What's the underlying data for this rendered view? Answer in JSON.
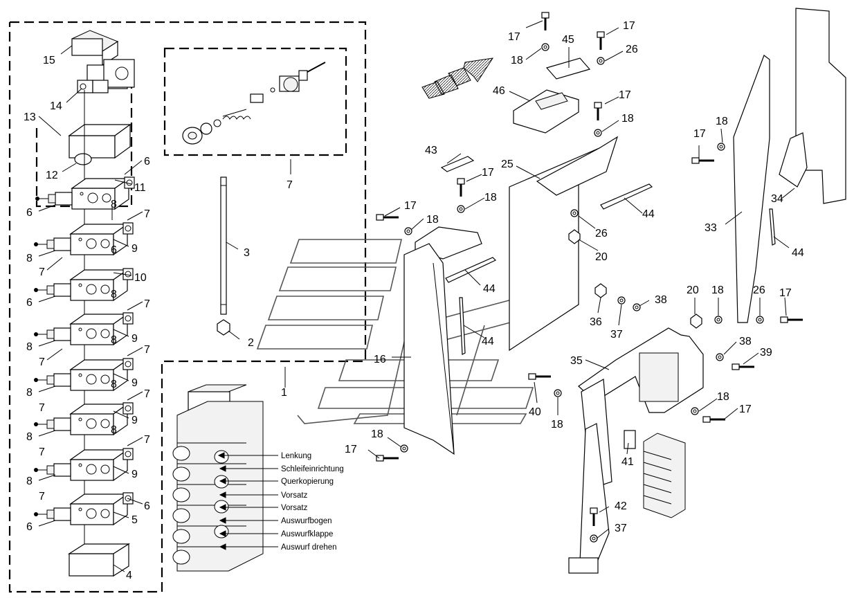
{
  "function_labels": [
    "Lenkung",
    "Schleifeinrichtung",
    "Querkopierung",
    "Vorsatz",
    "Vorsatz",
    "Auswurfbogen",
    "Auswurfklappe",
    "Auswurf drehen"
  ],
  "callouts": {
    "n15": "15",
    "n14": "14",
    "n13": "13",
    "n12": "12",
    "n11": "11",
    "n10": "10",
    "n9": "9",
    "n8": "8",
    "n7": "7",
    "n6": "6",
    "n5": "5",
    "n4": "4",
    "n3": "3",
    "n2": "2",
    "n1": "1",
    "n16": "16",
    "n17": "17",
    "n18": "18",
    "n20": "20",
    "n25": "25",
    "n26": "26",
    "n33": "33",
    "n34": "34",
    "n35": "35",
    "n36": "36",
    "n37": "37",
    "n38": "38",
    "n39": "39",
    "n40": "40",
    "n41": "41",
    "n42": "42",
    "n43": "43",
    "n44": "44",
    "n45": "45",
    "n46": "46"
  }
}
